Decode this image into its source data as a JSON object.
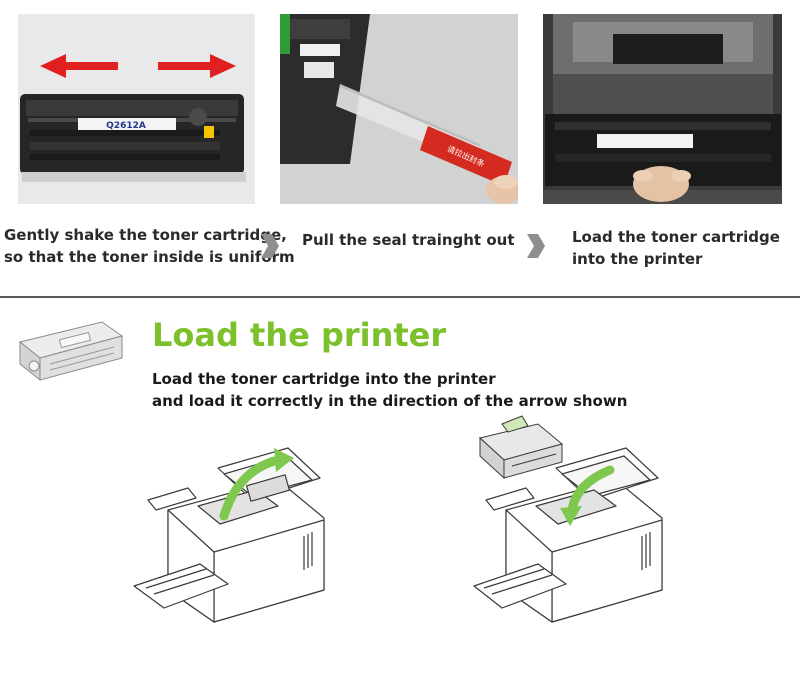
{
  "steps": [
    {
      "line1": "Gently shake the toner cartridge,",
      "line2": "so that the toner inside is uniform"
    },
    {
      "line1": "Pull the seal trainght out",
      "line2": ""
    },
    {
      "line1": "Load the toner cartridge",
      "line2": "into the printer"
    }
  ],
  "cartridge_label": "Q2612A",
  "seal_tag_text": "请拉出封条",
  "section": {
    "title": "Load the printer",
    "instruction_line1": "Load the toner cartridge into the printer",
    "instruction_line2": "and load it correctly in the direction of the arrow shown"
  },
  "colors": {
    "title_green": "#7cc02b",
    "shake_arrow_red": "#e02020",
    "seal_tag_red": "#d42a1f",
    "load_arrow_green": "#7ec850"
  },
  "icons": [
    "shake-arrow-left-icon",
    "shake-arrow-right-icon",
    "chevron-right-icon",
    "cartridge-icon"
  ]
}
